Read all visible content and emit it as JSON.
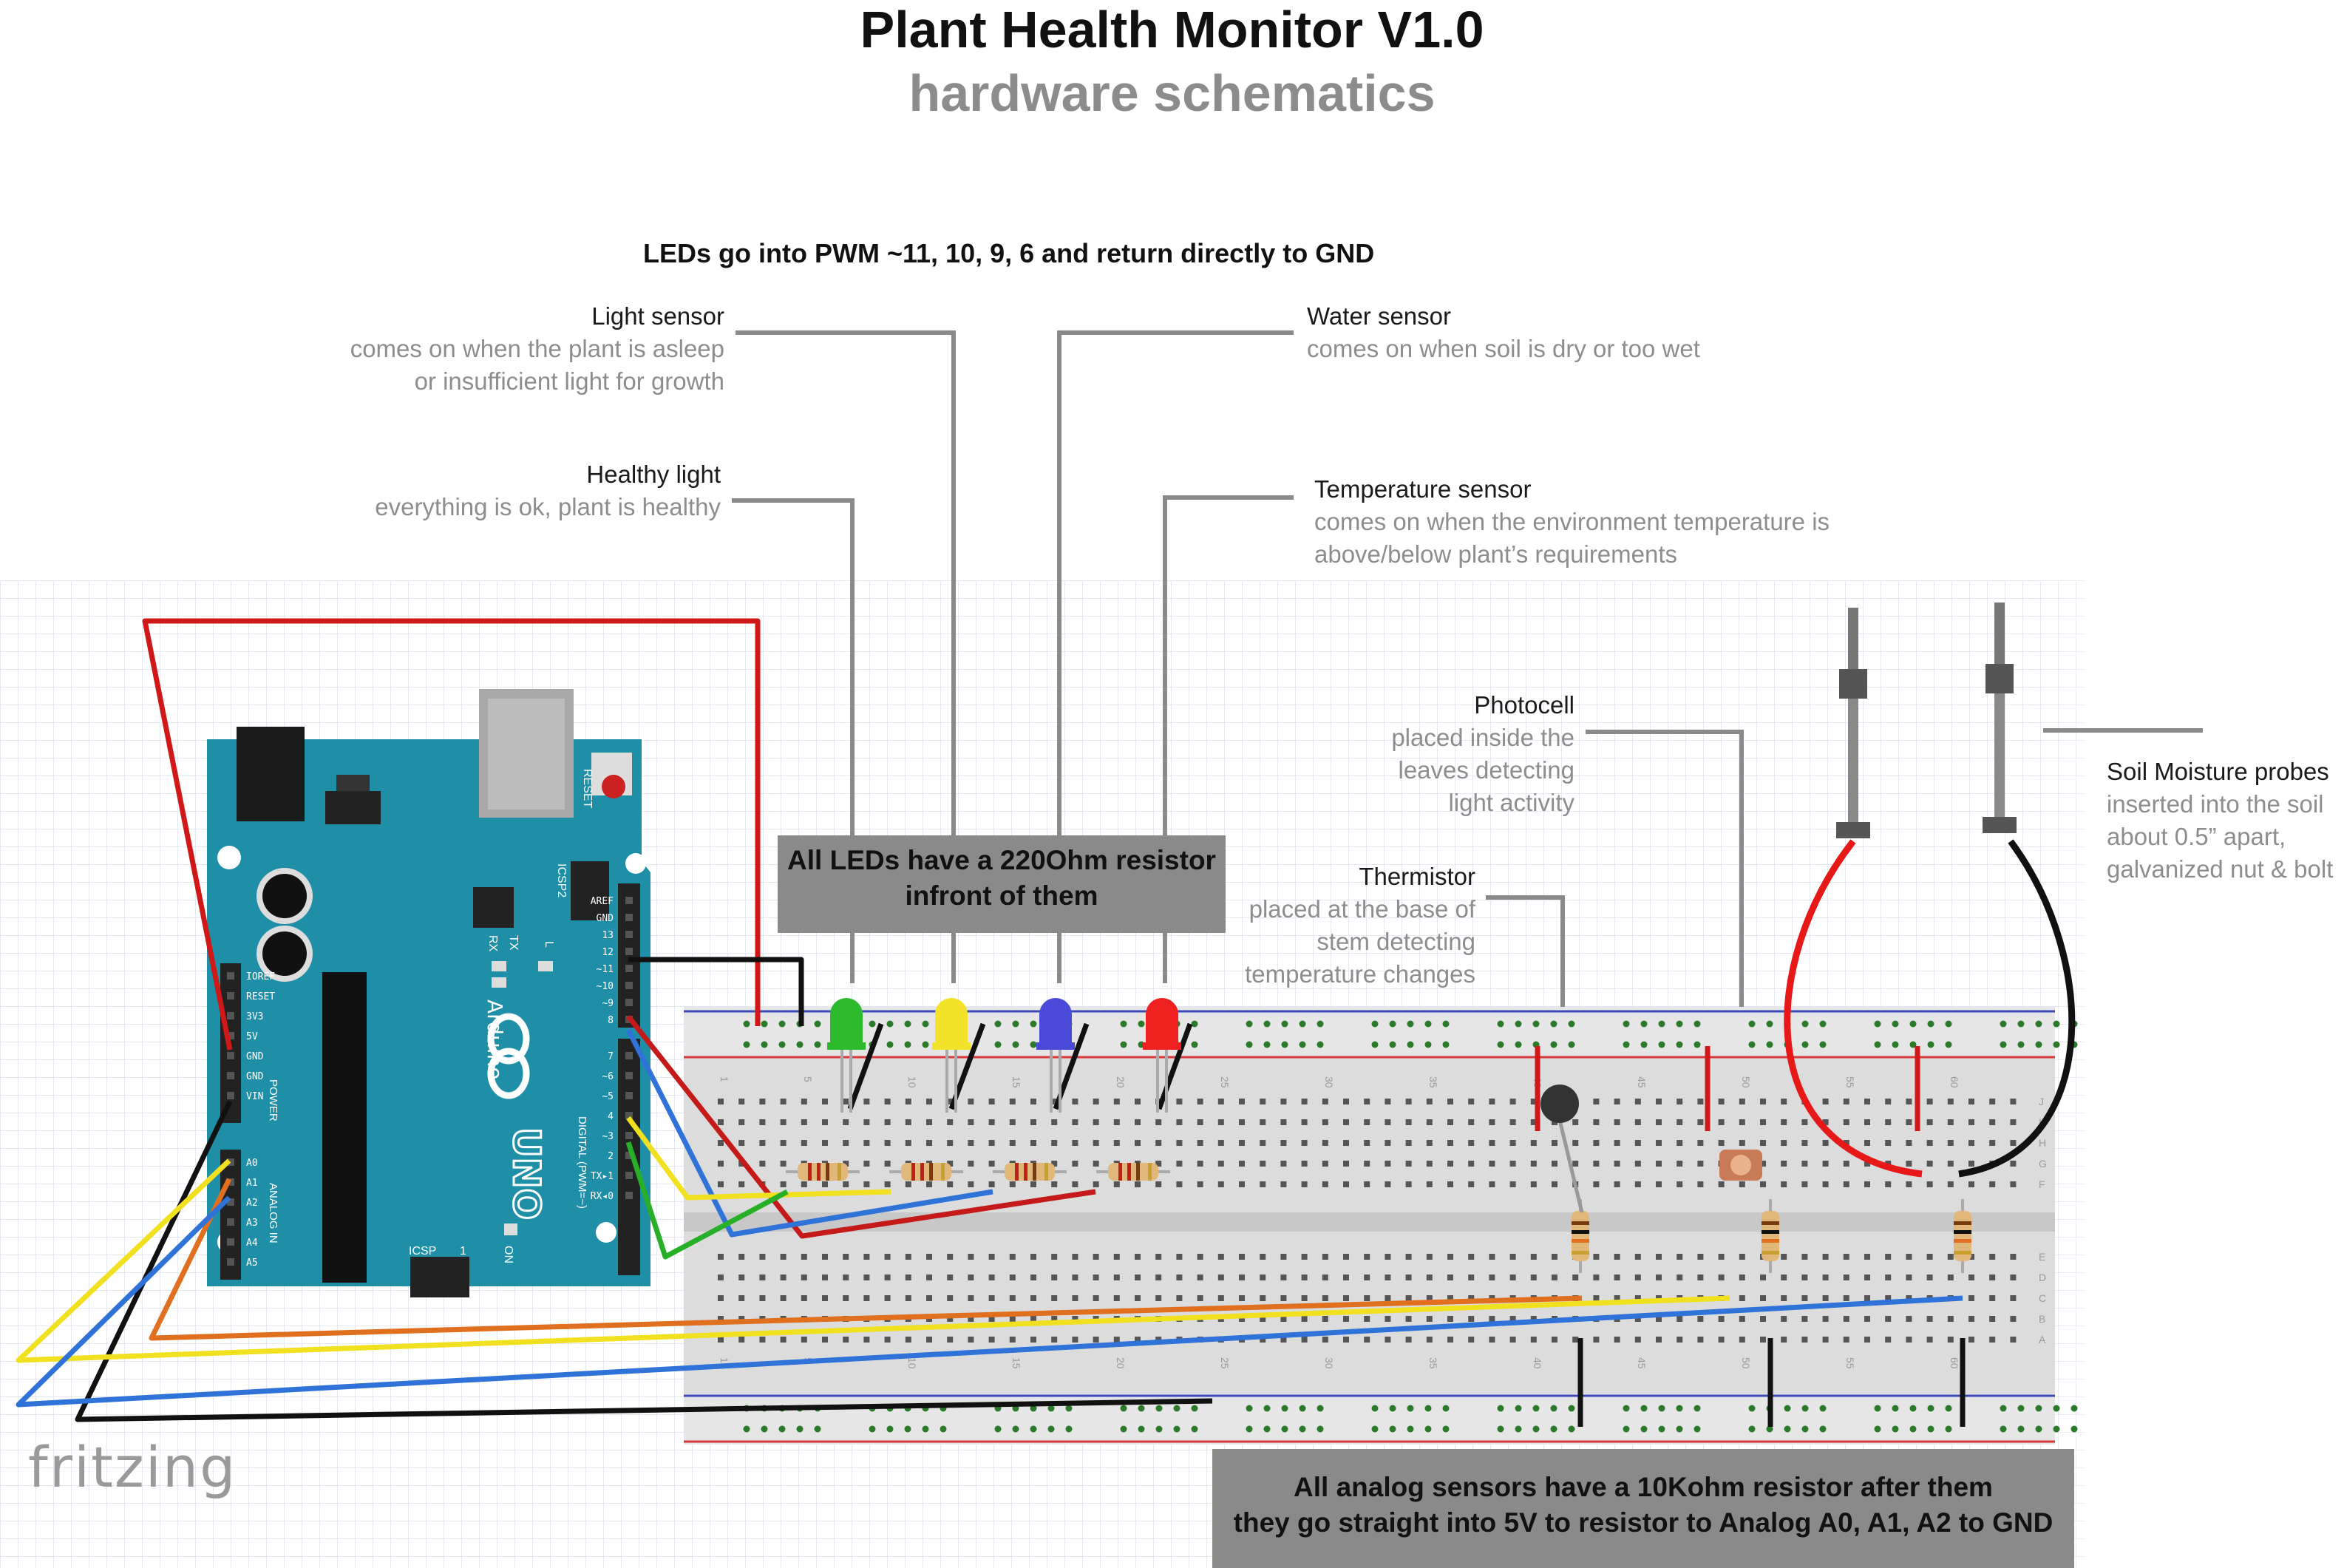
{
  "title": "Plant Health Monitor V1.0",
  "subtitle": "hardware schematics",
  "led_heading": "LEDs go into PWM  ~11, 10, 9, 6 and return directly to GND",
  "labels": {
    "light_sensor": {
      "title": "Light sensor",
      "desc1": "comes on when the plant is asleep",
      "desc2": "or insufficient light for growth"
    },
    "healthy_light": {
      "title": "Healthy light",
      "desc1": "everything is ok, plant is  healthy"
    },
    "water_sensor": {
      "title": "Water sensor",
      "desc1": "comes on when soil is dry or too wet"
    },
    "temperature_sensor": {
      "title": "Temperature sensor",
      "desc1": "comes on when the environment temperature is",
      "desc2": "above/below plant’s requirements"
    },
    "photocell": {
      "title": "Photocell",
      "desc1": "placed inside the",
      "desc2": "leaves detecting",
      "desc3": "light activity"
    },
    "thermistor": {
      "title": "Thermistor",
      "desc1": "placed at the base of",
      "desc2": "stem detecting",
      "desc3": "temperature changes"
    },
    "soil_probes": {
      "title": "Soil Moisture probes",
      "desc1": "inserted into the soil",
      "desc2": "about 0.5” apart,",
      "desc3": "galvanized nut & bolt"
    }
  },
  "led_box": {
    "line1": "All LEDs have a 220Ohm resistor",
    "line2": "infront of them"
  },
  "analog_box": {
    "line1": "All analog sensors have a 10Kohm resistor after them",
    "line2": "they go straight into 5V to resistor to Analog A0, A1, A2 to GND"
  },
  "fritzing": "fritzing",
  "arduino": {
    "brand": "Arduino",
    "model": "UNO",
    "reset": "RESET",
    "icsp2": "ICSP2",
    "icsp": "ICSP",
    "icsp_num": "1",
    "on": "ON",
    "l": "L",
    "tx": "TX",
    "rx": "RX",
    "power_label": "POWER",
    "analog_label": "ANALOG IN",
    "digital_label": "DIGITAL (PWM=~)",
    "power_pins": [
      "IOREF",
      "RESET",
      "3V3",
      "5V",
      "GND",
      "GND",
      "VIN"
    ],
    "analog_pins": [
      "A0",
      "A1",
      "A2",
      "A3",
      "A4",
      "A5"
    ],
    "digital_pins_top": [
      "AREF",
      "GND",
      "13",
      "12",
      "~11",
      "~10",
      "~9",
      "8"
    ],
    "digital_pins_bottom": [
      "7",
      "~6",
      "~5",
      "4",
      "~3",
      "2",
      "TX▸1",
      "RX◂0"
    ]
  },
  "breadboard": {
    "col_numbers": [
      "1",
      "5",
      "10",
      "15",
      "20",
      "25",
      "30",
      "35",
      "40",
      "45",
      "50",
      "55",
      "60"
    ],
    "row_letters_top": [
      "J",
      "I",
      "H",
      "G",
      "F"
    ],
    "row_letters_bottom": [
      "E",
      "D",
      "C",
      "B",
      "A"
    ]
  },
  "leds": [
    {
      "name": "green",
      "color": "#2dbb2d"
    },
    {
      "name": "yellow",
      "color": "#f2e22a"
    },
    {
      "name": "blue",
      "color": "#4a4ad8"
    },
    {
      "name": "red",
      "color": "#ee2020"
    }
  ],
  "wire_colors": {
    "red": "#e01818",
    "black": "#111111",
    "yellow": "#f0e020",
    "blue": "#2f72d8",
    "orange": "#e07020",
    "green": "#27b027",
    "darkred": "#c41a1a"
  }
}
